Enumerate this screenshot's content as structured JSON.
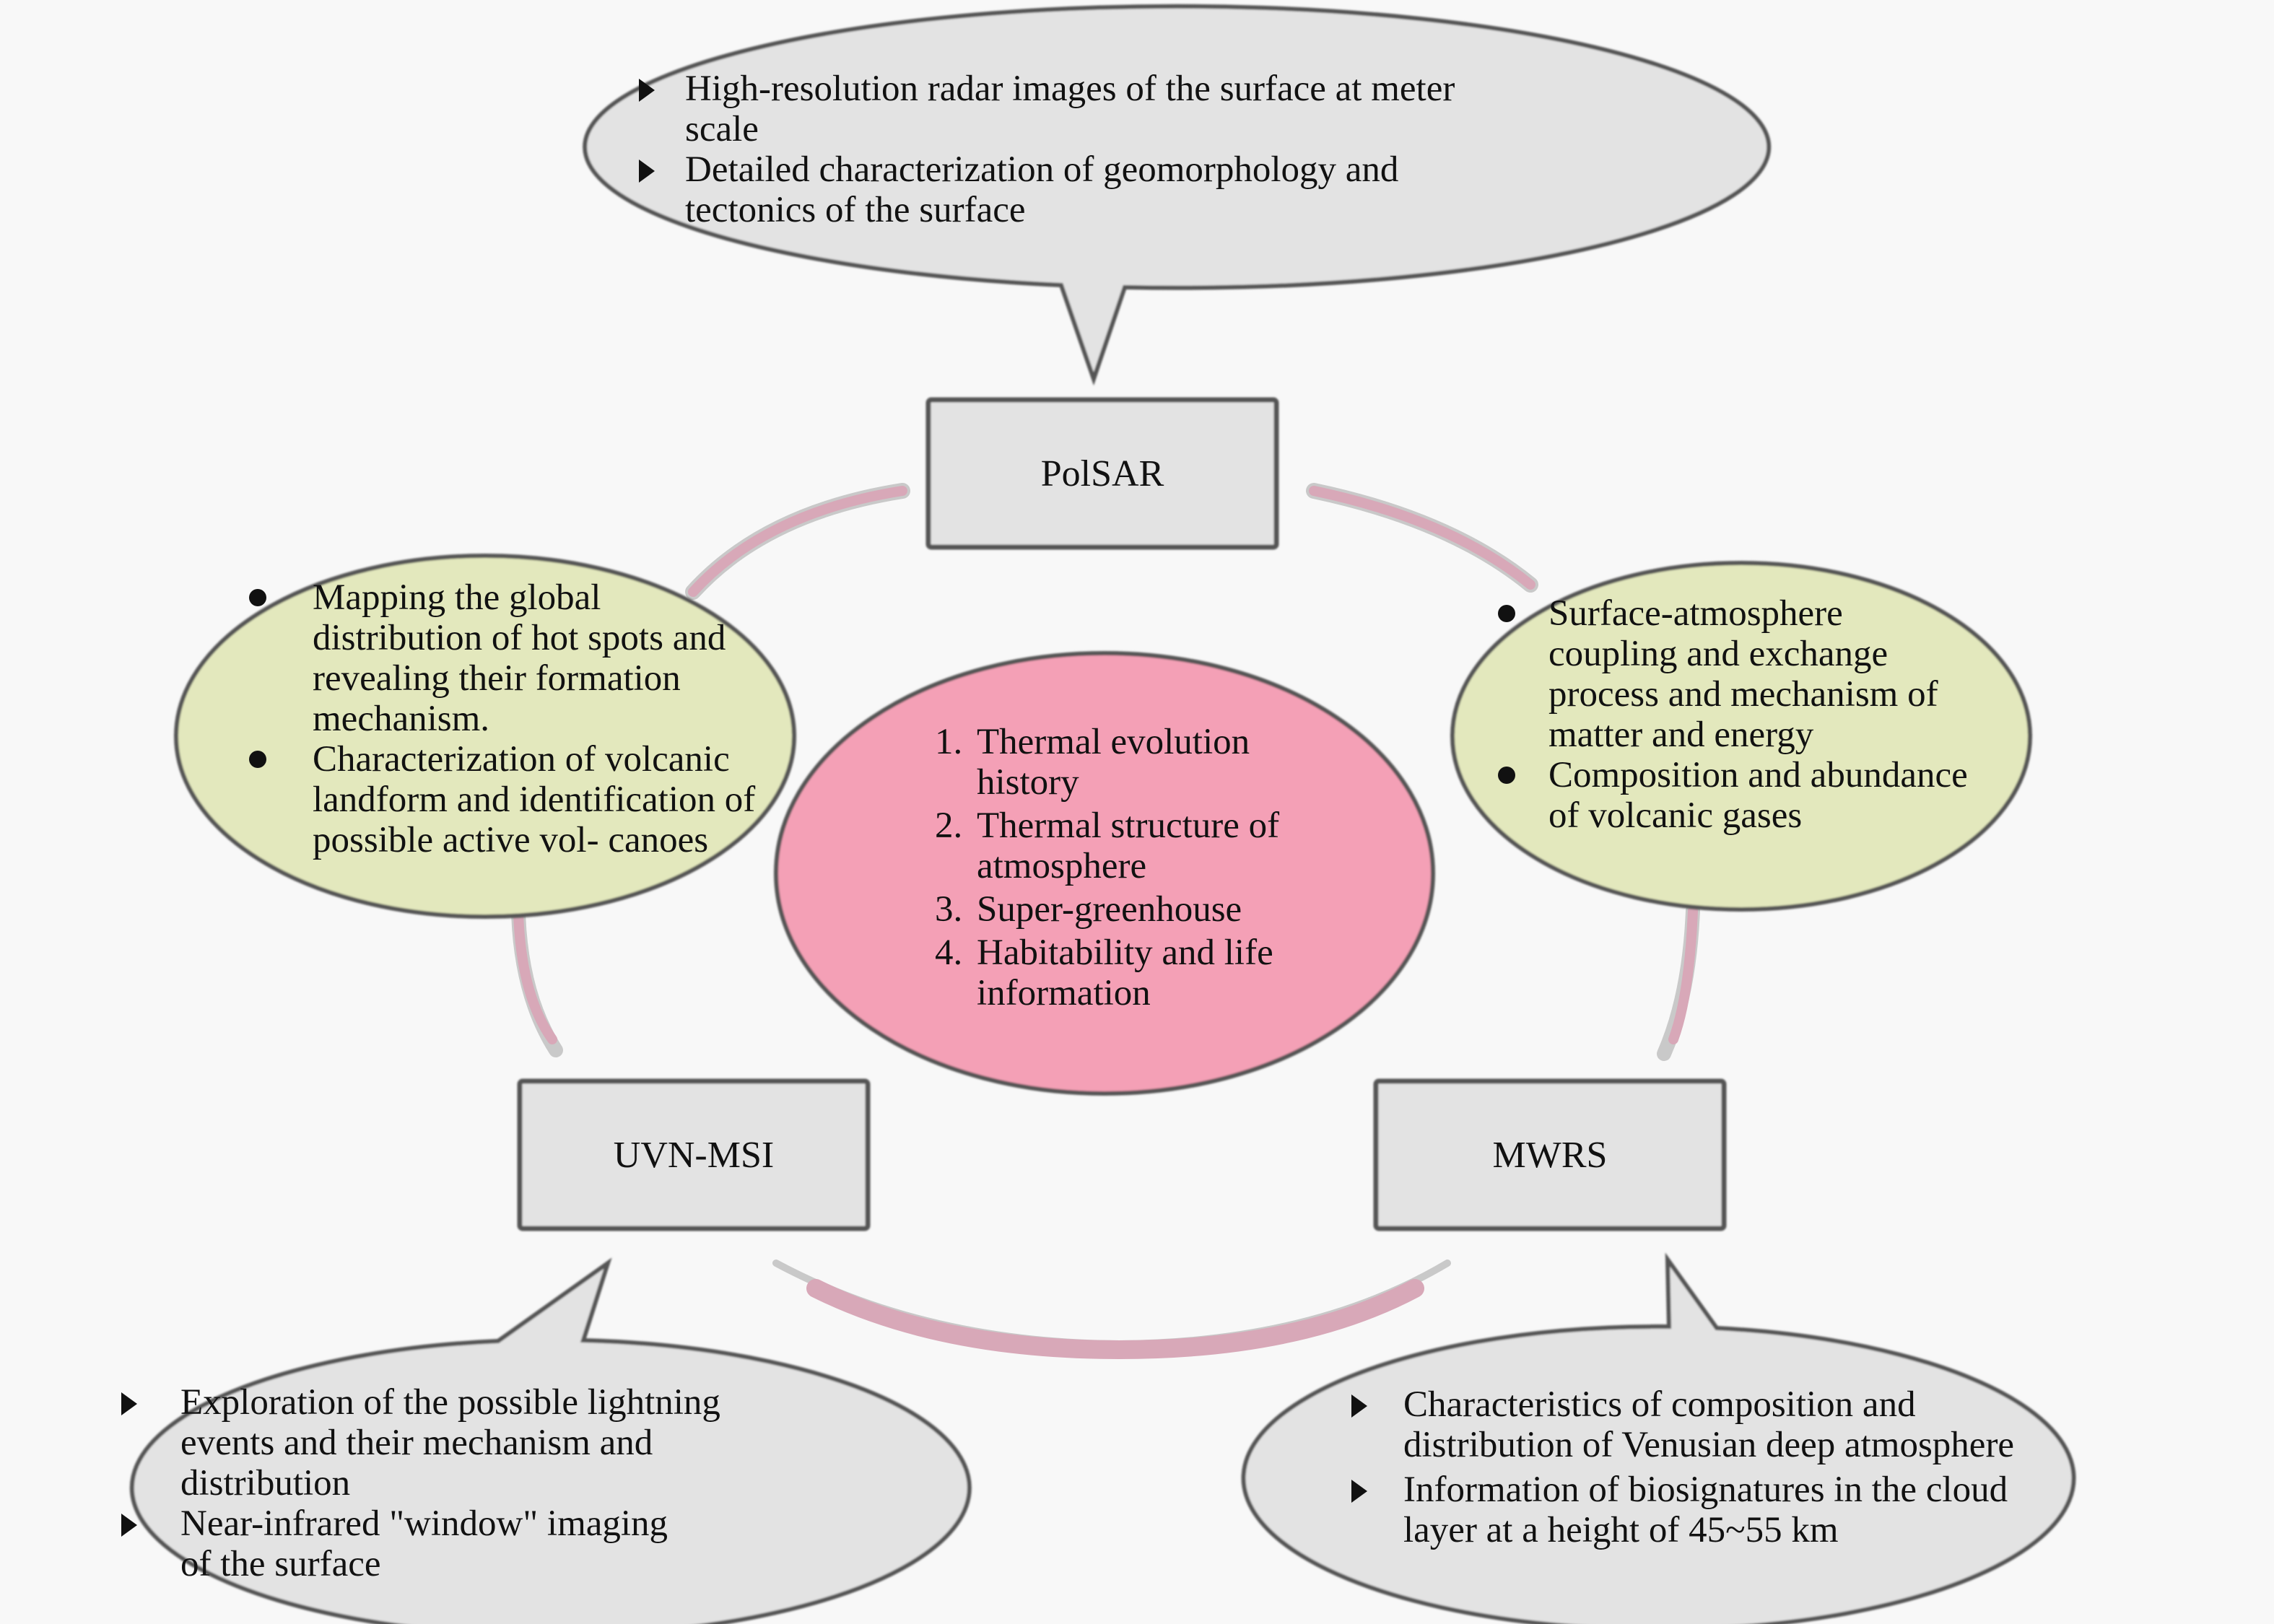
{
  "colors": {
    "background": "#f8f8f8",
    "callout_fill": "#e3e3e3",
    "instrument_fill": "#e3e3e3",
    "science_ellipse_fill": "#e3e8bd",
    "center_fill": "#f4a0b6",
    "ring": "#d8a8b8",
    "outline": "#555555"
  },
  "center": {
    "items": [
      {
        "num": "1.",
        "text": "Thermal evolution history"
      },
      {
        "num": "2.",
        "text": "Thermal structure of atmosphere"
      },
      {
        "num": "3.",
        "text": "Super-greenhouse"
      },
      {
        "num": "4.",
        "text": "Habitability and life information"
      }
    ]
  },
  "instruments": {
    "polsar": {
      "label": "PolSAR",
      "callout": [
        "High-resolution radar images of the surface at meter scale",
        "Detailed characterization of geomorphology and tectonics of the surface"
      ]
    },
    "uvn_msi": {
      "label": "UVN-MSI",
      "callout": [
        "Exploration of the possible lightning events and their mechanism and distribution",
        "Near-infrared \"window\" imaging of the surface"
      ]
    },
    "mwrs": {
      "label": "MWRS",
      "callout": [
        "Characteristics of composition and distribution of Venusian deep atmosphere",
        "Information of biosignatures in the cloud layer at a height of 45~55 km"
      ]
    }
  },
  "science_left": {
    "items": [
      "Mapping the global distribution of hot spots and revealing their formation mechanism.",
      "Characterization of volcanic landform and identification of possible active vol- canoes"
    ]
  },
  "science_right": {
    "items": [
      "Surface-atmosphere coupling and exchange process and mechanism of matter and energy",
      "Composition and abundance of volcanic gases"
    ]
  }
}
